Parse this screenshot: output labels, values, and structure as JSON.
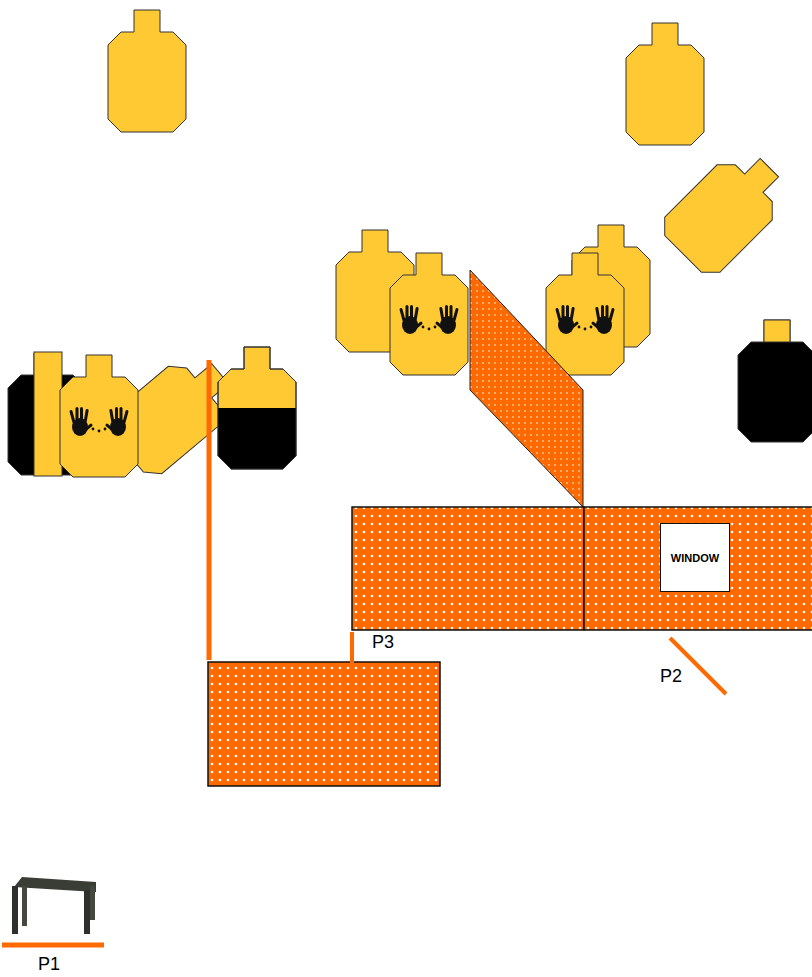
{
  "diagram": {
    "nodes": [
      {
        "text": [
          "WINDOW"
        ]
      }
    ],
    "labels": [
      "P3",
      "P2",
      "P1"
    ]
  }
}
